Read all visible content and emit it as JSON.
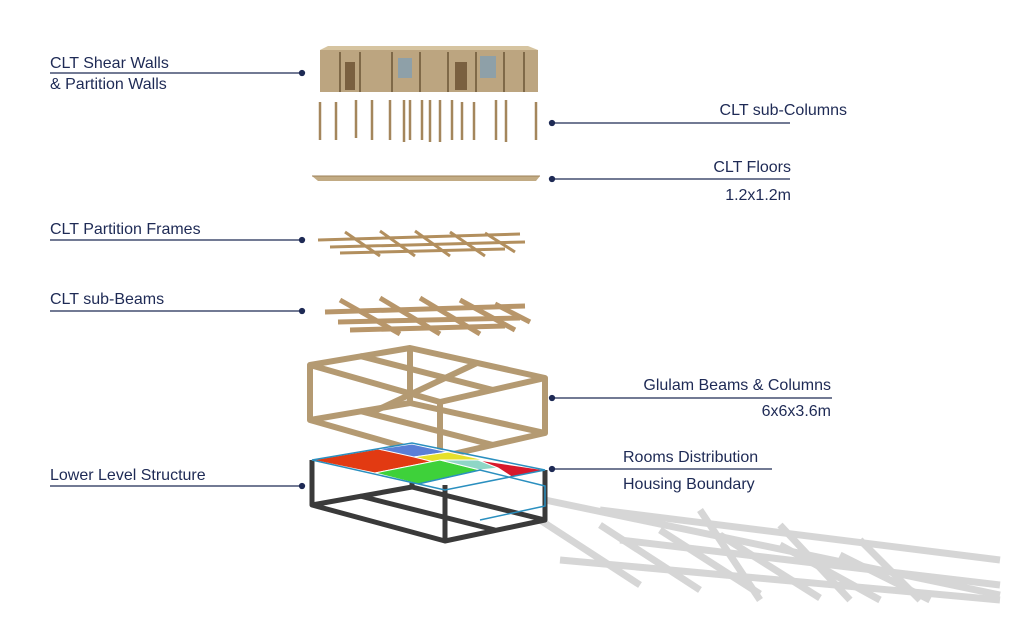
{
  "labels": {
    "shear_walls_1": "CLT Shear Walls",
    "shear_walls_2": "& Partition Walls",
    "sub_columns": "CLT sub-Columns",
    "floors": "CLT Floors",
    "floors_dim": "1.2x1.2m",
    "partition_frames": "CLT Partition Frames",
    "sub_beams": "CLT sub-Beams",
    "glulam": "Glulam Beams & Columns",
    "glulam_dim": "6x6x3.6m",
    "rooms": "Rooms Distribution",
    "housing": "Housing Boundary",
    "lower": "Lower Level Structure"
  },
  "colors": {
    "leader": "#1e2a55",
    "timber": "#b49a72",
    "timber_dark": "#8c7350",
    "steel": "#3a3a3a",
    "boundary": "#2a8fbf",
    "shadow": "#cfcfcf",
    "room_red": "#e23a12",
    "room_green": "#3ed13a",
    "room_yellow": "#e6e02a",
    "room_crimson": "#d8192c",
    "room_teal": "#8fd6c6",
    "room_blue": "#5a7fd6"
  }
}
